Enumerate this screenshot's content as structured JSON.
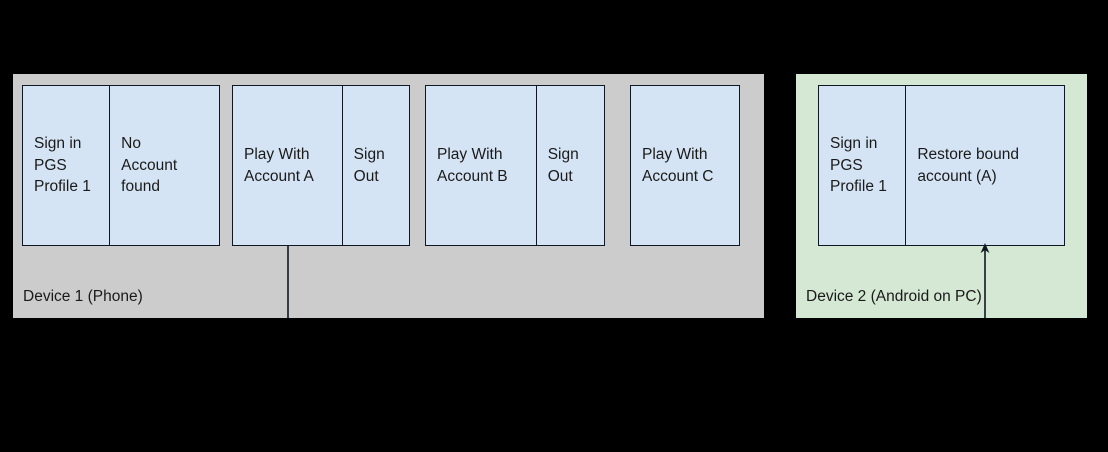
{
  "diagram": {
    "background_color": "#000000",
    "box_fill": "#d4e4f4",
    "box_stroke": "#0f1724",
    "device1_fill": "#cccccc",
    "device2_fill": "#d5e8d4"
  },
  "devices": [
    {
      "id": "device-1",
      "label": "Device 1 (Phone)",
      "fill": "#cccccc",
      "groups": [
        {
          "id": "group-1",
          "cells": [
            "Sign in\nPGS\nProfile 1",
            "No\nAccount\nfound"
          ]
        },
        {
          "id": "group-2",
          "cells": [
            "Play With\nAccount A",
            "Sign\nOut"
          ]
        },
        {
          "id": "group-3",
          "cells": [
            "Play With\nAccount B",
            "Sign\nOut"
          ]
        },
        {
          "id": "group-4",
          "cells": [
            "Play With\nAccount C"
          ]
        }
      ]
    },
    {
      "id": "device-2",
      "label": "Device 2 (Android on PC)",
      "fill": "#d5e8d4",
      "groups": [
        {
          "id": "group-5",
          "cells": [
            "Sign in\nPGS\nProfile 1",
            "Restore bound\naccount (A)"
          ]
        }
      ]
    }
  ],
  "connectors": [
    {
      "name": "account-a-to-restore",
      "from": "Play With Account A",
      "to": "Restore bound account (A)",
      "arrowhead": "up"
    }
  ]
}
